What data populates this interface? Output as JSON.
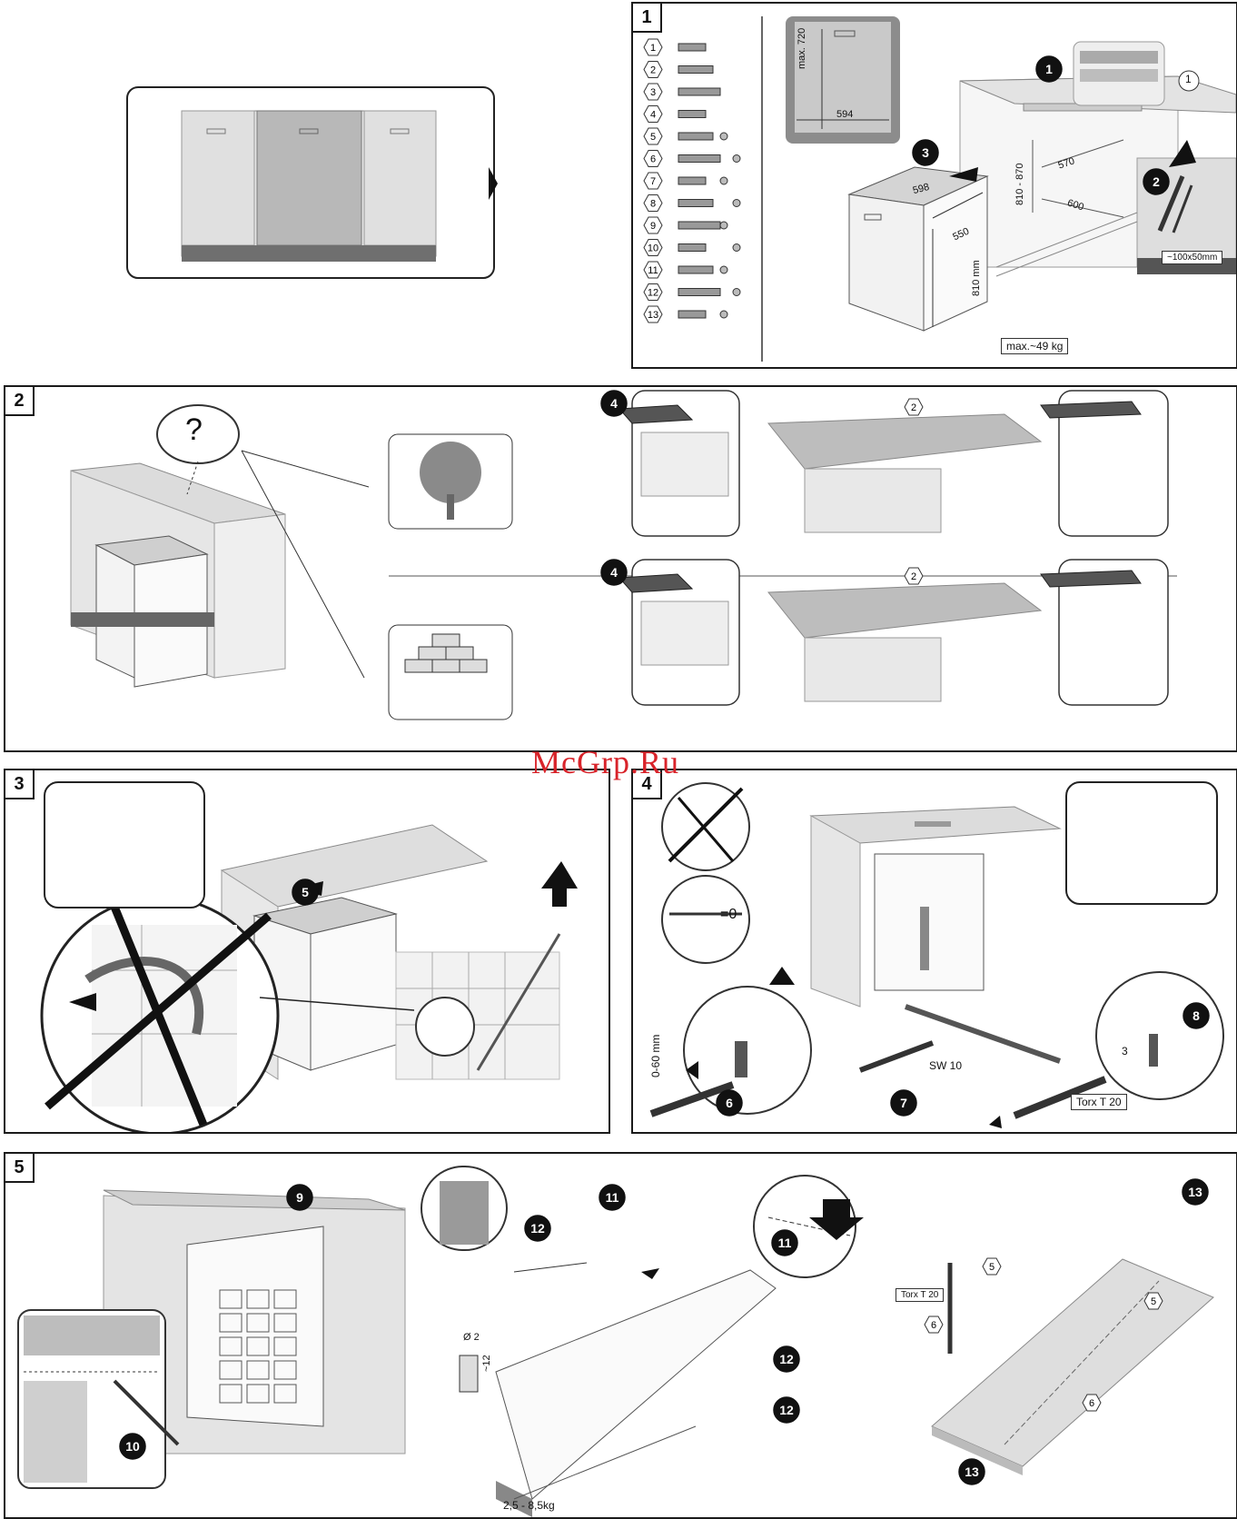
{
  "watermark": "McGrp.Ru",
  "panels": {
    "p1": {
      "number": "1"
    },
    "p2": {
      "number": "2"
    },
    "p3": {
      "number": "3"
    },
    "p4": {
      "number": "4"
    },
    "p5": {
      "number": "5"
    }
  },
  "panel1": {
    "parts": [
      "1",
      "2",
      "3",
      "4",
      "5",
      "6",
      "7",
      "8",
      "9",
      "10",
      "11",
      "12",
      "13"
    ],
    "niche_height": "max. 720",
    "niche_width": "594",
    "dims": {
      "depth570": "570",
      "width600": "600",
      "height": "810 - 870",
      "top598": "598",
      "side550": "550",
      "h810": "810 mm",
      "hole": "~100x50mm",
      "weight": "max.~49 kg"
    },
    "steps": [
      "1",
      "2",
      "3"
    ],
    "part_ref": "1"
  },
  "panel2": {
    "question": "?",
    "steps": [
      "4",
      "4"
    ],
    "part_ref_top": "2",
    "part_ref_bottom": "2"
  },
  "panel3": {
    "step": "5"
  },
  "panel4": {
    "level_zero": "=0",
    "range": "0-60 mm",
    "wrench": "SW 10",
    "torx": "Torx T 20",
    "steps": [
      "6",
      "7",
      "8"
    ],
    "part_ref": "3"
  },
  "panel5": {
    "steps": [
      "9",
      "10",
      "11",
      "11",
      "12",
      "12",
      "12",
      "13",
      "13"
    ],
    "drill": "Ø 2",
    "depth": "~12",
    "weight": "2,5 - 8,5kg",
    "torx": "Torx T 20",
    "refs": [
      "5",
      "5",
      "6",
      "6"
    ]
  }
}
